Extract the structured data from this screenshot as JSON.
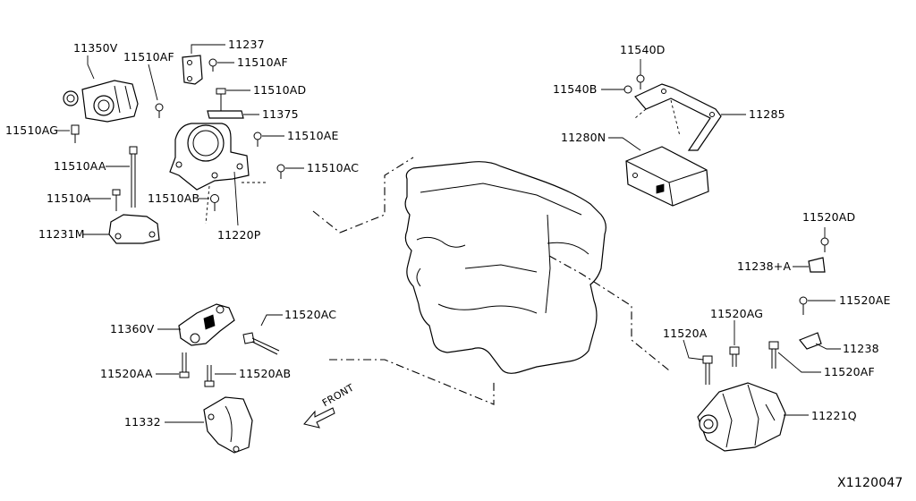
{
  "parts": {
    "p11350V": "11350V",
    "p11510AF_a": "11510AF",
    "p11237": "11237",
    "p11510AF_b": "11510AF",
    "p11510AD": "11510AD",
    "p11375": "11375",
    "p11510AG": "11510AG",
    "p11510AE": "11510AE",
    "p11510AA": "11510AA",
    "p11510AC": "11510AC",
    "p11510A": "11510A",
    "p11510AB": "11510AB",
    "p11231M": "11231M",
    "p11220P": "11220P",
    "p11540D": "11540D",
    "p11540B": "11540B",
    "p11285": "11285",
    "p11280N": "11280N",
    "p11520AD": "11520AD",
    "p11238A": "11238+A",
    "p11520AE": "11520AE",
    "p11520AG": "11520AG",
    "p11520A": "11520A",
    "p11238": "11238",
    "p11520AF": "11520AF",
    "p11221Q": "11221Q",
    "p11360V": "11360V",
    "p11520AC": "11520AC",
    "p11520AA": "11520AA",
    "p11520AB": "11520AB",
    "p11332": "11332"
  },
  "front_label": "FRONT",
  "diagram_id": "X1120047"
}
